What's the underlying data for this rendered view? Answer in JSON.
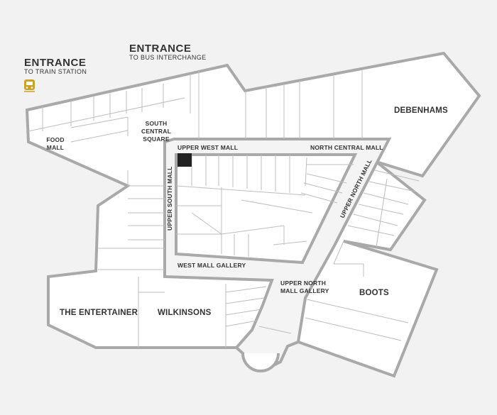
{
  "entrances": [
    {
      "id": "train",
      "title": "ENTRANCE",
      "subtitle": "TO TRAIN STATION",
      "icon": "train-icon",
      "icon_color": "#c9a227"
    },
    {
      "id": "bus",
      "title": "ENTRANCE",
      "subtitle": "TO BUS INTERCHANGE"
    }
  ],
  "stores": {
    "debenhams": "DEBENHAMS",
    "boots": "BOOTS",
    "entertainer": "THE ENTERTAINER",
    "wilkinsons": "WILKINSONS"
  },
  "areas": {
    "food_mall": [
      "FOOD",
      "MALL"
    ],
    "south_central_square": [
      "SOUTH",
      "CENTRAL",
      "SQUARE"
    ],
    "upper_west_mall": "UPPER WEST MALL",
    "north_central_mall": "NORTH CENTRAL MALL",
    "upper_north_mall": "UPPER NORTH MALL",
    "upper_south_mall": "UPPER SOUTH MALL",
    "west_mall_gallery": "WEST MALL GALLERY",
    "upper_north_mall_gallery": [
      "UPPER NORTH",
      "MALL GALLERY"
    ]
  },
  "colors": {
    "walls": "#a9a9a9",
    "unit_lines": "#bdbdbd",
    "background": "#f2f2f2",
    "marker": "#222222"
  }
}
